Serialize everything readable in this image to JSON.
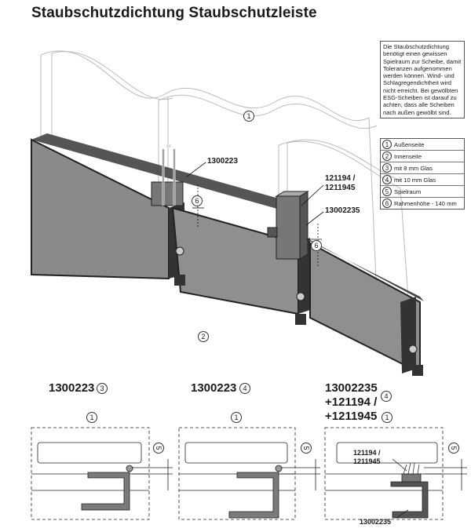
{
  "title": "Staubschutzdichtung Staubschutzleiste",
  "note": "Die Staubschutzdichtung benötigt einen gewissen Spielraum zur Scheibe, damit Toleranzen aufgenommen werden können. Wind- und Schlagregendichtheit wird nicht erreicht. Bei gewölbten ESG-Scheiben ist darauf zu achten, dass alle Scheiben nach außen gewölbt sind.",
  "legend": [
    {
      "num": "1",
      "text": "Außenseite"
    },
    {
      "num": "2",
      "text": "Innenseite"
    },
    {
      "num": "3",
      "text": "mit 8 mm Glas"
    },
    {
      "num": "4",
      "text": "mit 10 mm Glas"
    },
    {
      "num": "5",
      "text": "Spielraum"
    },
    {
      "num": "6",
      "text": "Rahmenhöhe - 140 mm"
    }
  ],
  "iso_labels": {
    "a": "1300223",
    "b": "121194 /",
    "c": "1211945",
    "d": "13002235",
    "six_a": "6",
    "six_b": "6",
    "one": "1",
    "two": "2"
  },
  "sections": [
    {
      "code": "1300223",
      "num": "3",
      "top": "1",
      "gap": "5"
    },
    {
      "code": "1300223",
      "num": "4",
      "top": "1",
      "gap": "5"
    },
    {
      "code_lines": [
        "13002235",
        "+121194 /",
        "+1211945"
      ],
      "num": "4",
      "top": "1",
      "gap": "5",
      "callout_a": "121194 /",
      "callout_b": "1211945",
      "callout_c": "13002235"
    }
  ]
}
